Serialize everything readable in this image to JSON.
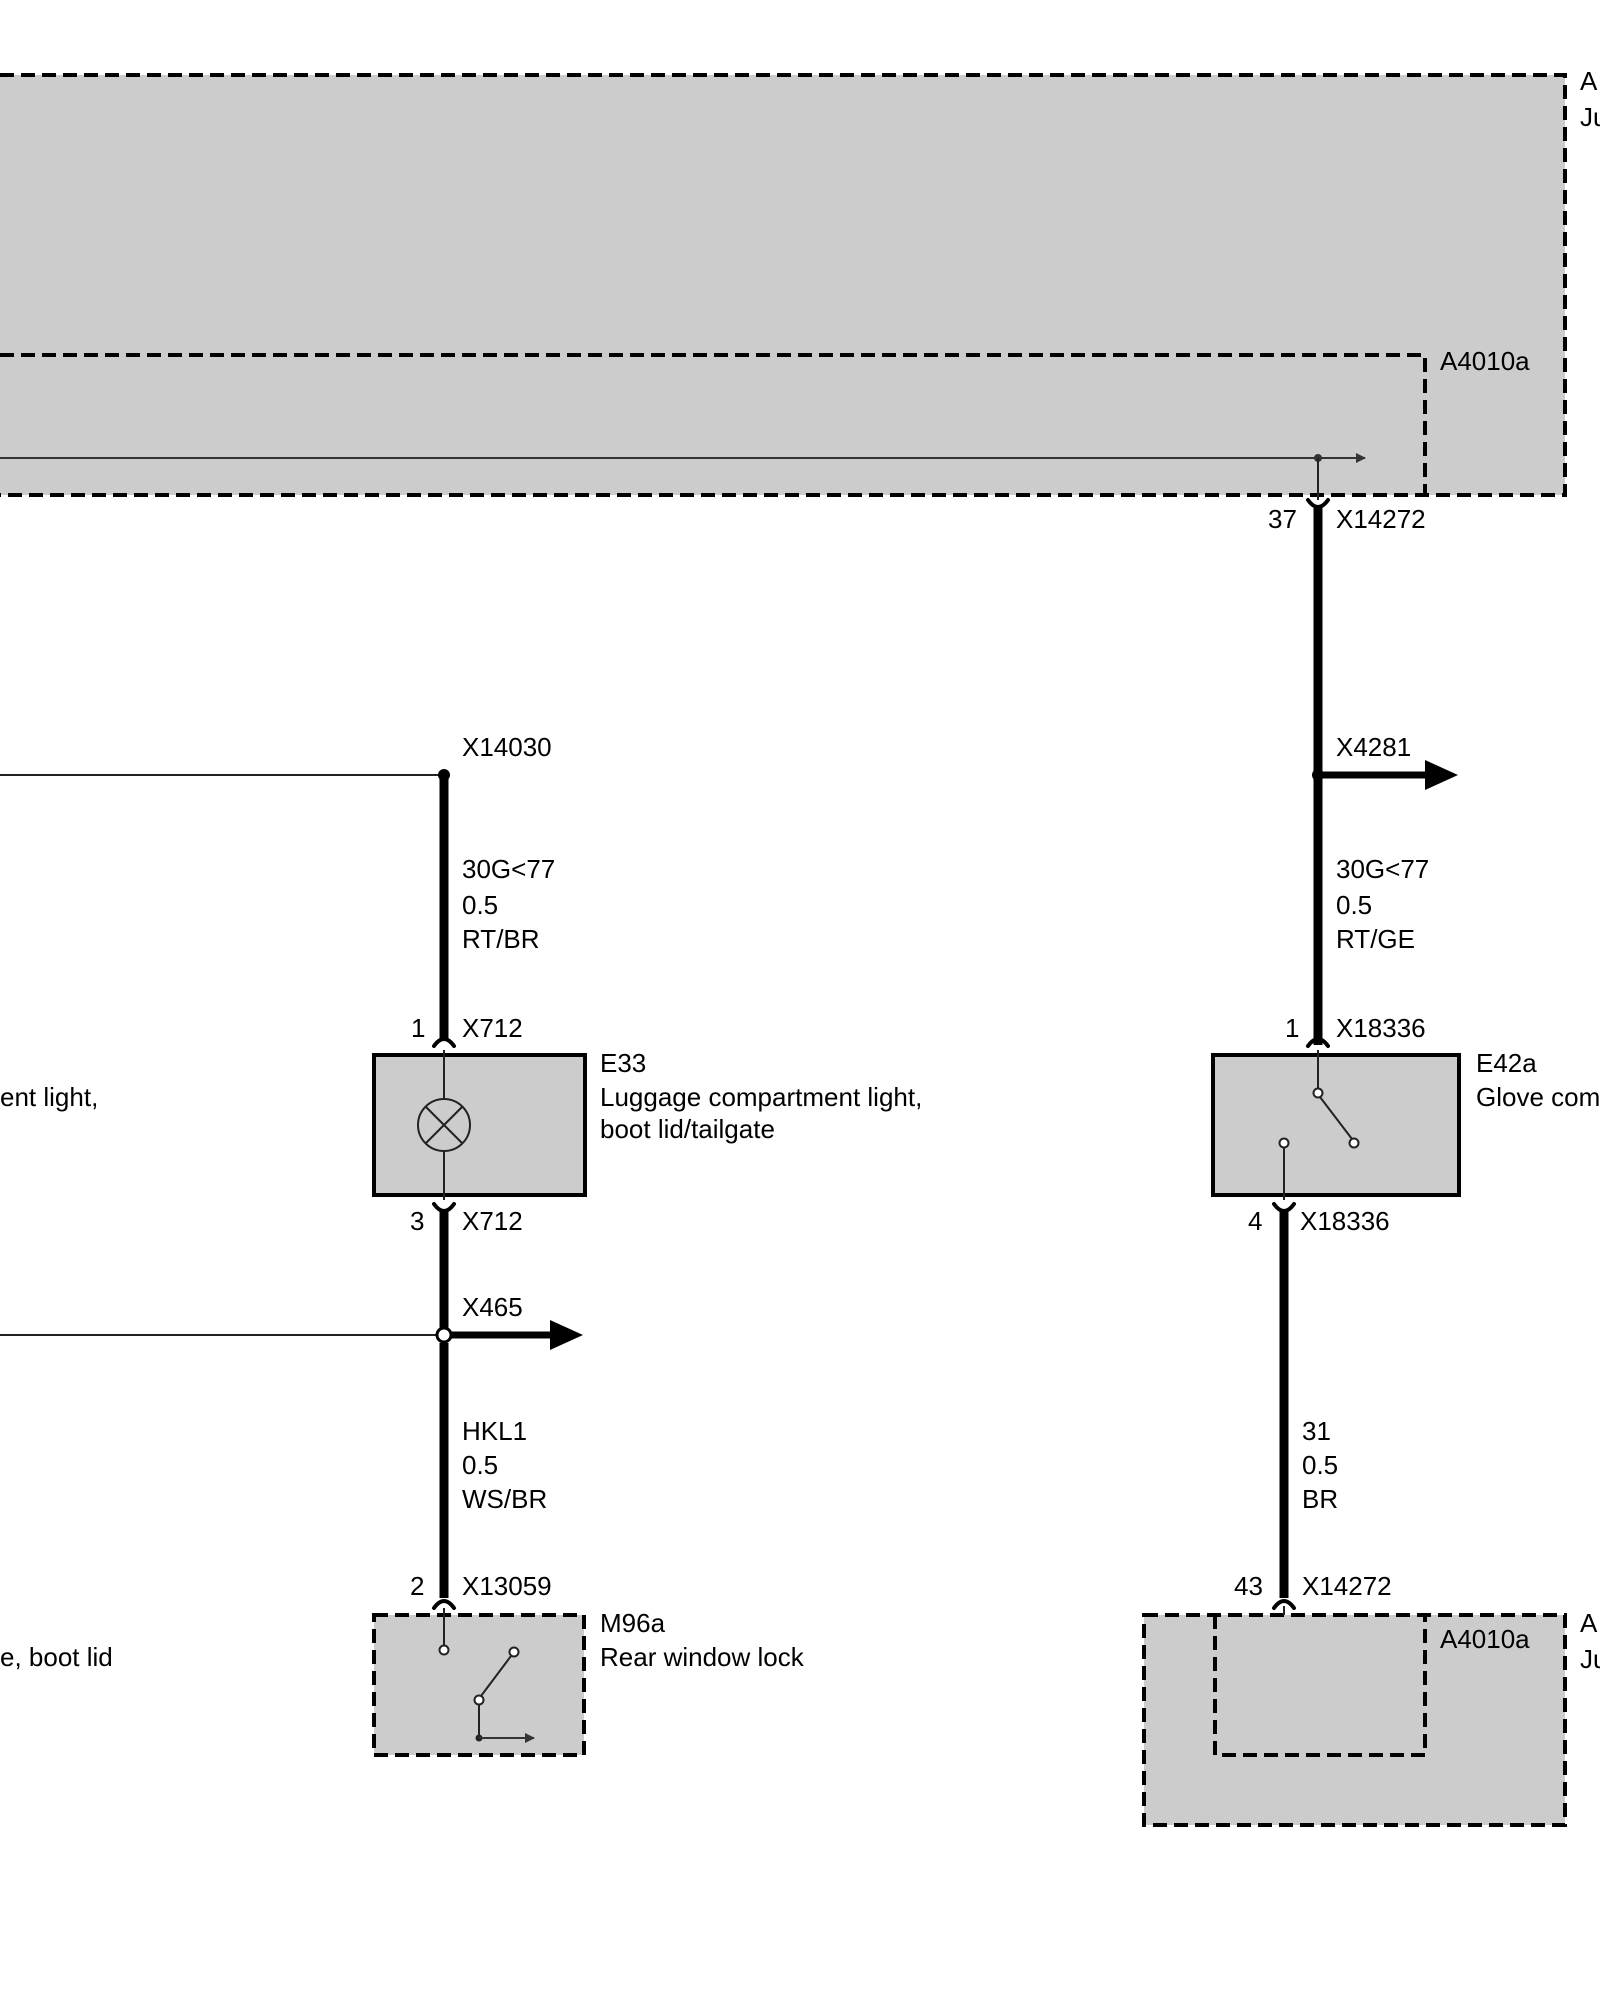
{
  "modules": {
    "top_right_prefix": "A",
    "top_right_prefix2": "Ju",
    "bottom_right_prefix": "A",
    "bottom_right_prefix2": "Ju",
    "inner_top_label": "A4010a",
    "inner_bottom_label": "A4010a"
  },
  "connectors": {
    "x14272_top_pin": "37",
    "x14272_top": "X14272",
    "x14030": "X14030",
    "x4281": "X4281",
    "x712_top_pin": "1",
    "x712_top": "X712",
    "x712_bot_pin": "3",
    "x712_bot": "X712",
    "x465": "X465",
    "x13059_pin": "2",
    "x13059": "X13059",
    "x18336_top_pin": "1",
    "x18336_top": "X18336",
    "x18336_bot_pin": "4",
    "x18336_bot": "X18336",
    "x14272_bot_pin": "43",
    "x14272_bot": "X14272"
  },
  "wires": {
    "left_upper": {
      "signal": "30G<77",
      "size": "0.5",
      "color": "RT/BR"
    },
    "right_upper": {
      "signal": "30G<77",
      "size": "0.5",
      "color": "RT/GE"
    },
    "left_lower": {
      "signal": "HKL1",
      "size": "0.5",
      "color": "WS/BR"
    },
    "right_lower": {
      "signal": "31",
      "size": "0.5",
      "color": "BR"
    }
  },
  "components": {
    "e33": {
      "id": "E33",
      "line1": "Luggage compartment light,",
      "line2": "boot lid/tailgate"
    },
    "e42a": {
      "id": "E42a",
      "line1": "Glove com"
    },
    "m96a": {
      "id": "M96a",
      "line1": "Rear window lock"
    },
    "left_cut_1": "ent light,",
    "left_cut_2": "e, boot lid"
  }
}
